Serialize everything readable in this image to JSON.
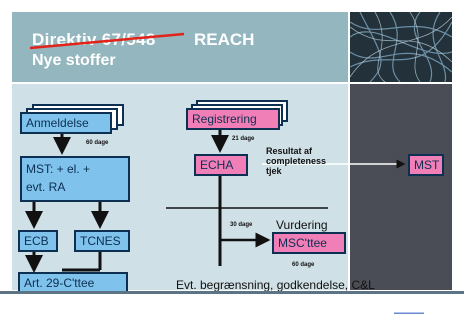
{
  "header": {
    "struck_title": "Direktiv 67/548",
    "reach_title": "REACH",
    "subtitle": "Nye stoffer"
  },
  "left_flow": {
    "anmeldelse": "Anmeldelse",
    "days_label": "60 dage",
    "mst_line1": "MST: + el. +",
    "mst_line2": "evt. RA",
    "ecb": "ECB",
    "tcnes": "TCNES",
    "art29": "Art. 29-C'ttee"
  },
  "middle_flow": {
    "registrering": "Registrering",
    "days_21": "21 dage",
    "echa": "ECHA",
    "result_line1": "Resultat af",
    "result_line2": "completeness",
    "result_line3": "tjek",
    "days_30": "30 dage",
    "vurdering": "Vurdering",
    "msc": "MSC'ttee",
    "days_60": "60 dage"
  },
  "right_flow": {
    "mst": "MST"
  },
  "bottom_text": "Evt. begrænsning, godkendelse, C&L",
  "colors": {
    "header_teal": "#94b6bf",
    "band": "#cfe0e6",
    "dark_panel": "#4a4d55",
    "blue_box": "#7fc2ec",
    "pink_box": "#ef7fb6",
    "strike_red": "#e2231a"
  }
}
